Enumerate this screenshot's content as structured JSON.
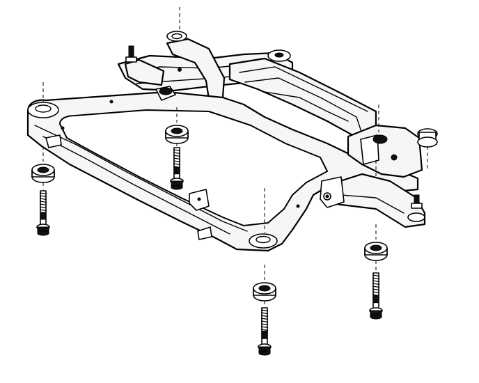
{
  "diagram": {
    "colors": {
      "line": "#000000",
      "fill": "#ffffff",
      "shade": "#f6f6f6"
    },
    "components": {
      "subframe": "front-subframe-crossmember",
      "mounts": [
        {
          "id": "front-left",
          "bolt": true,
          "washer": true
        },
        {
          "id": "rear-left",
          "bolt": true,
          "washer": true
        },
        {
          "id": "front-right",
          "bolt": true,
          "washer": true
        },
        {
          "id": "rear-right",
          "bolt": true,
          "washer": true
        }
      ]
    }
  }
}
